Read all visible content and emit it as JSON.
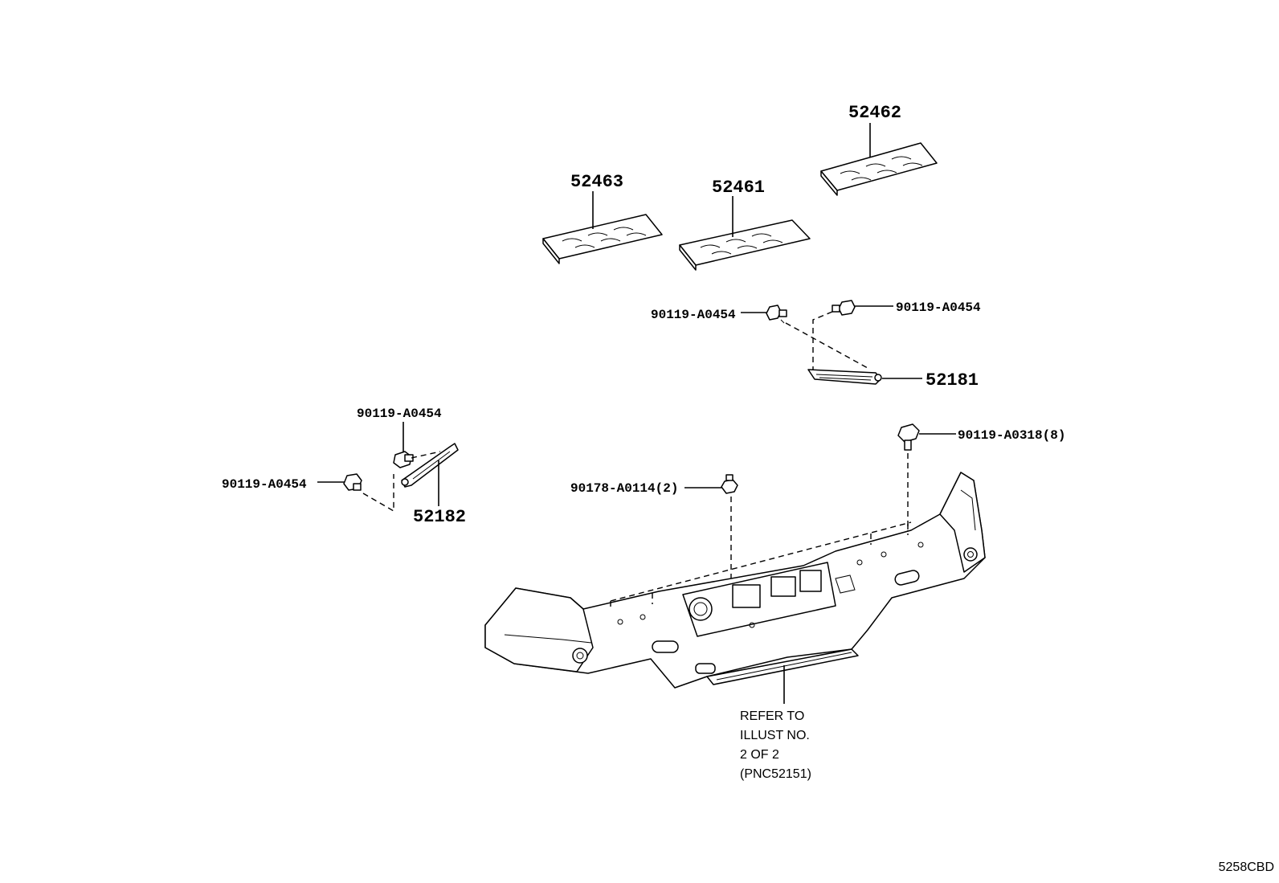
{
  "labels": {
    "step_pad_left": "52463",
    "step_pad_center": "52461",
    "step_pad_right": "52462",
    "bolt_upper_left": "90119-A0454",
    "bolt_upper_right": "90119-A0454",
    "bracket_right": "52181",
    "bolt_left_top": "90119-A0454",
    "bolt_left_side": "90119-A0454",
    "bracket_left": "52182",
    "nut_center": "90178-A0114(2)",
    "bolt_far_right": "90119-A0318(8)"
  },
  "note": {
    "line1": "REFER TO",
    "line2": "ILLUST NO.",
    "line3": "2 OF 2",
    "line4": "(PNC52151)"
  },
  "reference_code": "5258CBD"
}
